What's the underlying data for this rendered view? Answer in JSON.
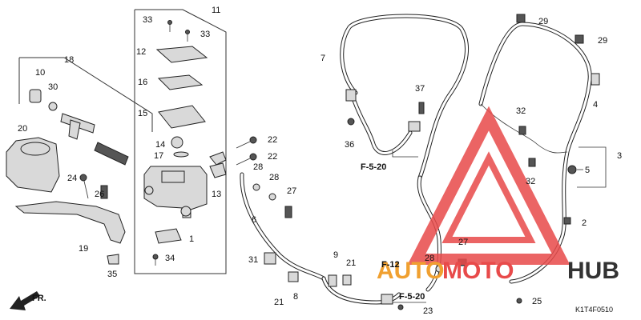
{
  "diagram": {
    "callouts": [
      "1",
      "2",
      "3",
      "4",
      "5",
      "6",
      "7",
      "8",
      "9",
      "10",
      "11",
      "12",
      "13",
      "14",
      "15",
      "16",
      "17",
      "18",
      "19",
      "20",
      "21",
      "21",
      "22",
      "22",
      "23",
      "24",
      "25",
      "26",
      "27",
      "27",
      "28",
      "28",
      "28",
      "29",
      "29",
      "30",
      "31",
      "32",
      "32",
      "33",
      "33",
      "34",
      "35",
      "36",
      "37"
    ],
    "references": [
      "F-5-20",
      "F-5-20",
      "F-12"
    ],
    "direction": "FR.",
    "figure_code": "K1T4F0510"
  },
  "watermark": {
    "text_a": "AUTO",
    "text_b": "MOTO",
    "text_c": "HUB",
    "color_red": "#e84a4a",
    "color_orange": "#f0a030",
    "color_dark": "#333333"
  }
}
